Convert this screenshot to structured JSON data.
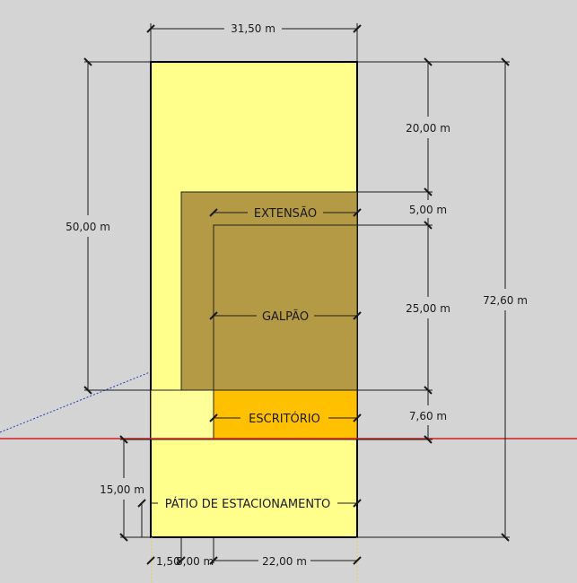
{
  "colors": {
    "background": "#d4d4d4",
    "site": "#ffff8c",
    "warehouse": "#b49a44",
    "office": "#ffc000",
    "outline": "#000000",
    "red_axis": "#d02020",
    "blue_axis": "#2040c0",
    "dimension": "#1a1a1a"
  },
  "areas": {
    "extension": "EXTENSÃO",
    "warehouse": "GALPÃO",
    "office": "ESCRITÓRIO",
    "parking": "PÁTIO DE ESTACIONAMENTO"
  },
  "dimensions": {
    "top_width": "31,50 m",
    "left_height": "50,00 m",
    "right_top": "20,00 m",
    "right_extension": "5,00 m",
    "right_warehouse": "25,00 m",
    "right_office": "7,60 m",
    "right_total": "72,60 m",
    "left_parking": "15,00 m",
    "bottom_left_a": "1,50",
    "bottom_left_b": "8,00 m",
    "bottom_width": "22,00 m"
  }
}
